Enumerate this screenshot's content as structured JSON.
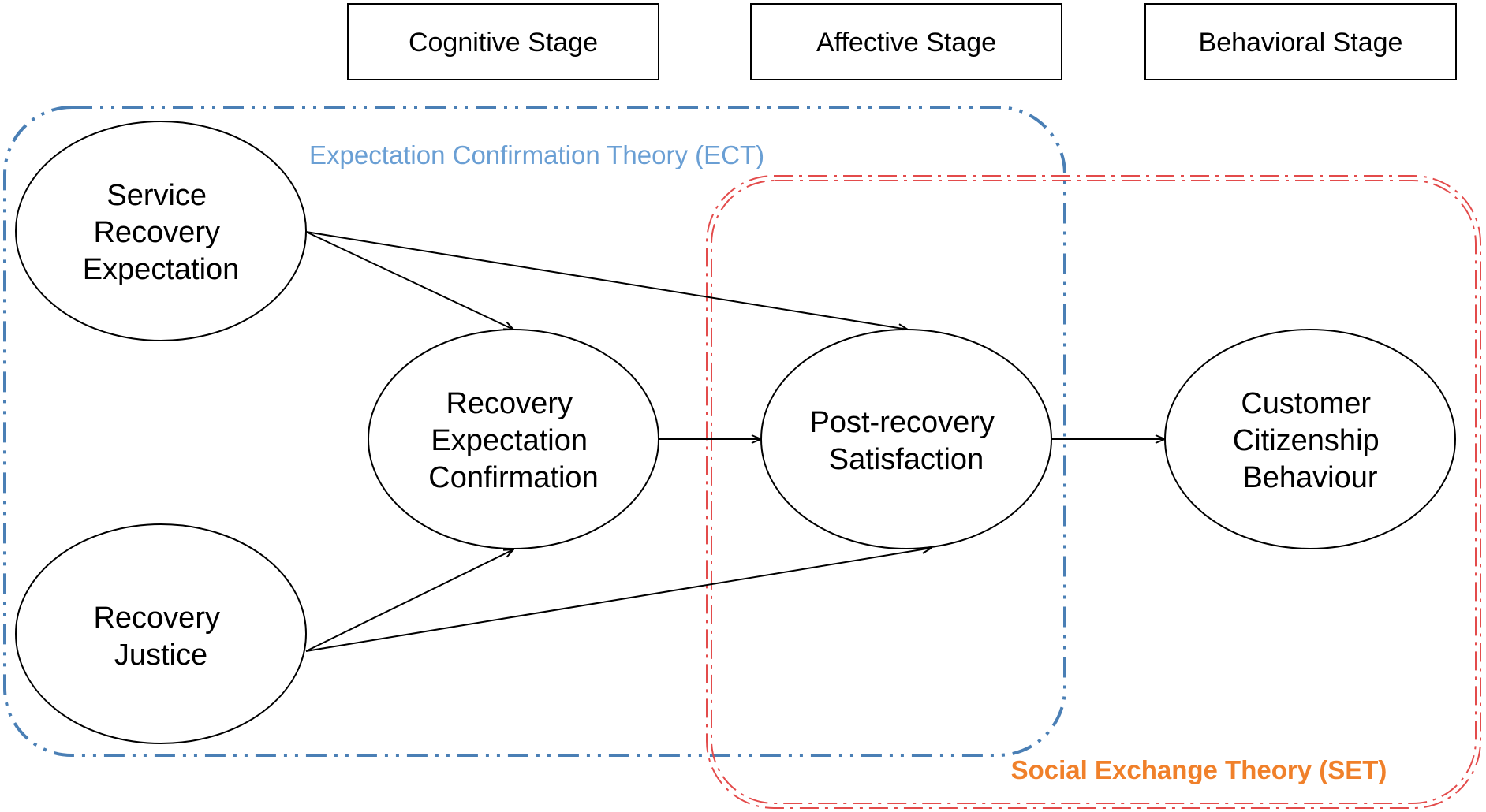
{
  "stages": [
    {
      "label": "Cognitive Stage"
    },
    {
      "label": "Affective Stage"
    },
    {
      "label": "Behavioral Stage"
    }
  ],
  "theories": {
    "ect": {
      "label": "Expectation Confirmation Theory (ECT)",
      "color": "#4a7fb5",
      "label_color": "#6a9fd4"
    },
    "set": {
      "label": "Social Exchange Theory (SET)",
      "color": "#e34b4b",
      "label_color": "#f0802a"
    }
  },
  "nodes": {
    "service_recovery_expectation": {
      "lines": [
        "Service",
        "Recovery",
        "Expectation"
      ]
    },
    "recovery_justice": {
      "lines": [
        "Recovery",
        "Justice"
      ]
    },
    "recovery_expectation_confirmation": {
      "lines": [
        "Recovery",
        "Expectation",
        "Confirmation"
      ]
    },
    "post_recovery_satisfaction": {
      "lines": [
        "Post-recovery",
        "Satisfaction"
      ]
    },
    "customer_citizenship_behaviour": {
      "lines": [
        "Customer",
        "Citizenship",
        "Behaviour"
      ]
    }
  },
  "edges": [
    {
      "from": "Service Recovery Expectation",
      "to": "Recovery Expectation Confirmation"
    },
    {
      "from": "Service Recovery Expectation",
      "to": "Post-recovery Satisfaction"
    },
    {
      "from": "Recovery Justice",
      "to": "Recovery Expectation Confirmation"
    },
    {
      "from": "Recovery Justice",
      "to": "Post-recovery Satisfaction"
    },
    {
      "from": "Recovery Expectation Confirmation",
      "to": "Post-recovery Satisfaction"
    },
    {
      "from": "Post-recovery Satisfaction",
      "to": "Customer Citizenship Behaviour"
    }
  ]
}
